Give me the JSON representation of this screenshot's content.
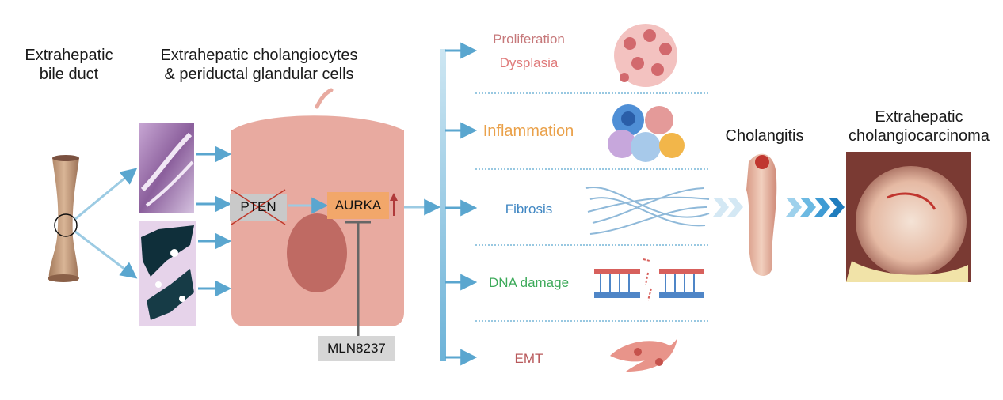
{
  "labels": {
    "bile_duct": "Extrahepatic\nbile duct",
    "cells_title": "Extrahepatic cholangiocytes\n& periductal glandular cells",
    "pten": "PTEN",
    "aurka": "AURKA",
    "inhibitor": "MLN8237",
    "cholangitis": "Cholangitis",
    "carcinoma": "Extrahepatic\ncholangiocarcinoma"
  },
  "outcomes": [
    {
      "line1": "Proliferation",
      "line2": "Dysplasia",
      "icon": "proliferating-cells-icon",
      "color1": "#c6787a",
      "color2": "#e07b7b"
    },
    {
      "line1": "Inflammation",
      "icon": "immune-cells-icon",
      "color1": "#eaa14a"
    },
    {
      "line1": "Fibrosis",
      "icon": "fibers-icon",
      "color1": "#3f86c2"
    },
    {
      "line1": "DNA damage",
      "icon": "dna-damage-icon",
      "color1": "#3daa5a"
    },
    {
      "line1": "EMT",
      "icon": "emt-cells-icon",
      "color1": "#b8595b"
    }
  ],
  "colors": {
    "cell_body": "#e8aaa0",
    "nucleus": "#bf6a63",
    "aurka_box": "#f2a76a",
    "pten_box": "#c9c9c9",
    "inhibitor_box": "#d6d6d6",
    "arrow": "#5aa6cf",
    "up_arrow": "#b03a3a"
  }
}
